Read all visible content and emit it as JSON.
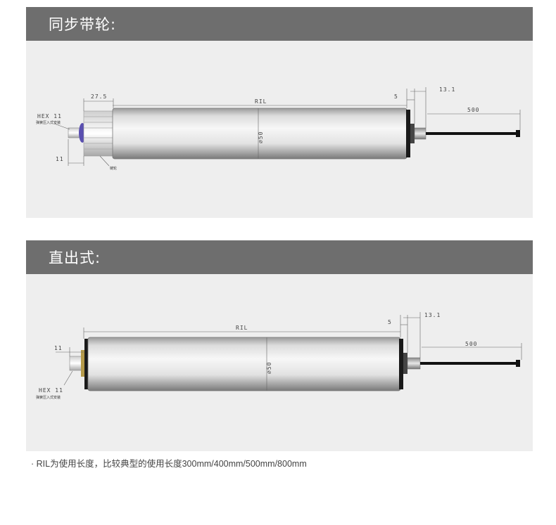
{
  "sections": [
    {
      "title": "同步带轮:",
      "labels": {
        "hex": "HEX 11",
        "spring_note": "弹簧压入式安装",
        "gear_note": "链轮",
        "d_27_5": "27.5",
        "d_ril": "RIL",
        "d_5": "5",
        "d_13_1": "13.1",
        "d_500": "500",
        "d_11": "11",
        "d_phi50": "⌀50"
      }
    },
    {
      "title": "直出式:",
      "labels": {
        "hex": "HEX 11",
        "spring_note": "弹簧压入式安装",
        "d_ril": "RIL",
        "d_5": "5",
        "d_13_1": "13.1",
        "d_500": "500",
        "d_11": "11",
        "d_phi50": "⌀50"
      }
    }
  ],
  "footnote": "· RIL为使用长度，比较典型的使用长度300mm/400mm/500mm/800mm",
  "colors": {
    "header_bg": "#6e6e6e",
    "panel_bg": "#eeeeee",
    "tube_mid": "#f4f4f4",
    "tube_edge": "#7a7a7a",
    "cable": "#111111",
    "sprocket_accent": "#5a4fb0"
  }
}
